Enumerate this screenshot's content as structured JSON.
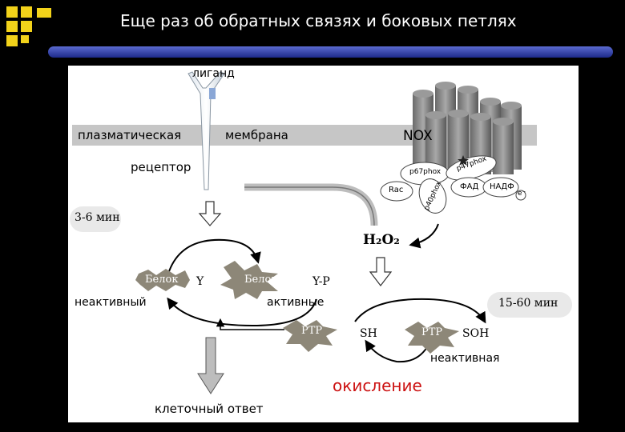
{
  "slide_title": "Еще раз об обратных связях и боковых петлях",
  "labels": {
    "ligand": "лиганд",
    "plasma": "плазматическая",
    "membrane": "мембрана",
    "nox": "NOX",
    "receptor": "рецептор",
    "p67": "p67phox",
    "p47": "p47phox",
    "p40": "p40phox",
    "rac": "Rac",
    "fad": "ФАД",
    "nadf": "НАДФ",
    "electron": "e⁻",
    "time1": "3-6 мин",
    "h2o2": "H₂O₂",
    "protein_inactive": "Белок",
    "y": "Y",
    "protein_active": "Белок",
    "yp": "Y-P",
    "inactive": "неактивный",
    "active": "активные",
    "time2": "15-60 мин",
    "ptp1": "PTP",
    "sh": "SH",
    "ptp2": "PTP",
    "soh": "SOH",
    "inactive_f": "неактивная",
    "oxidation": "окисление",
    "cell_response": "клеточный ответ"
  },
  "colors": {
    "accent_yellow": "#f2d21a",
    "title_bar": "#2a3aa8",
    "membrane": "#c6c6c6",
    "star": "#8d8778",
    "oxidation": "#cc1111"
  }
}
